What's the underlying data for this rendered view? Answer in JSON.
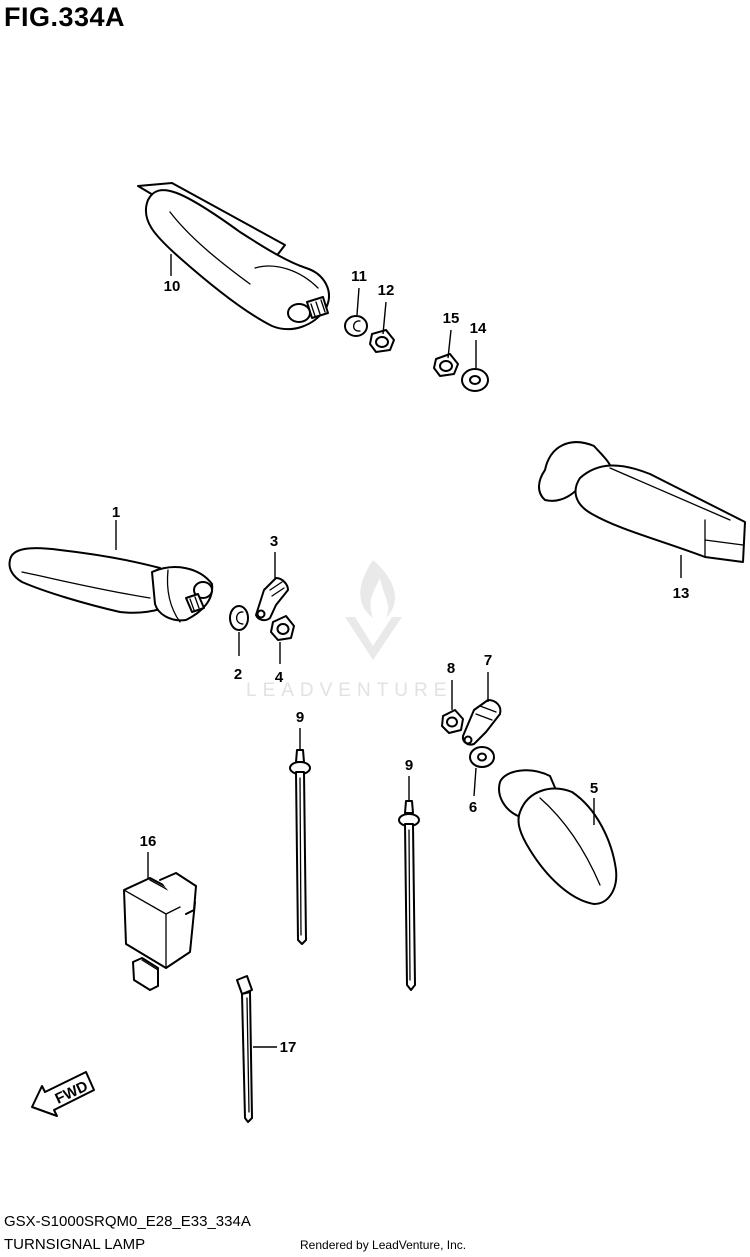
{
  "figure": {
    "title": "FIG.334A"
  },
  "footer": {
    "model_code": "GSX-S1000SRQM0_E28_E33_334A",
    "part_name": "TURNSIGNAL LAMP",
    "rendered_by": "Rendered by LeadVenture, Inc."
  },
  "watermark": {
    "text": "LEADVENTURE"
  },
  "fwd_arrow": {
    "label": "FWD"
  },
  "callouts": [
    {
      "id": "c1",
      "number": "1"
    },
    {
      "id": "c2",
      "number": "2"
    },
    {
      "id": "c3",
      "number": "3"
    },
    {
      "id": "c4",
      "number": "4"
    },
    {
      "id": "c5",
      "number": "5"
    },
    {
      "id": "c6",
      "number": "6"
    },
    {
      "id": "c7",
      "number": "7"
    },
    {
      "id": "c8",
      "number": "8"
    },
    {
      "id": "c9a",
      "number": "9"
    },
    {
      "id": "c9b",
      "number": "9"
    },
    {
      "id": "c10",
      "number": "10"
    },
    {
      "id": "c11",
      "number": "11"
    },
    {
      "id": "c12",
      "number": "12"
    },
    {
      "id": "c13",
      "number": "13"
    },
    {
      "id": "c14",
      "number": "14"
    },
    {
      "id": "c15",
      "number": "15"
    },
    {
      "id": "c16",
      "number": "16"
    },
    {
      "id": "c17",
      "number": "17"
    }
  ]
}
